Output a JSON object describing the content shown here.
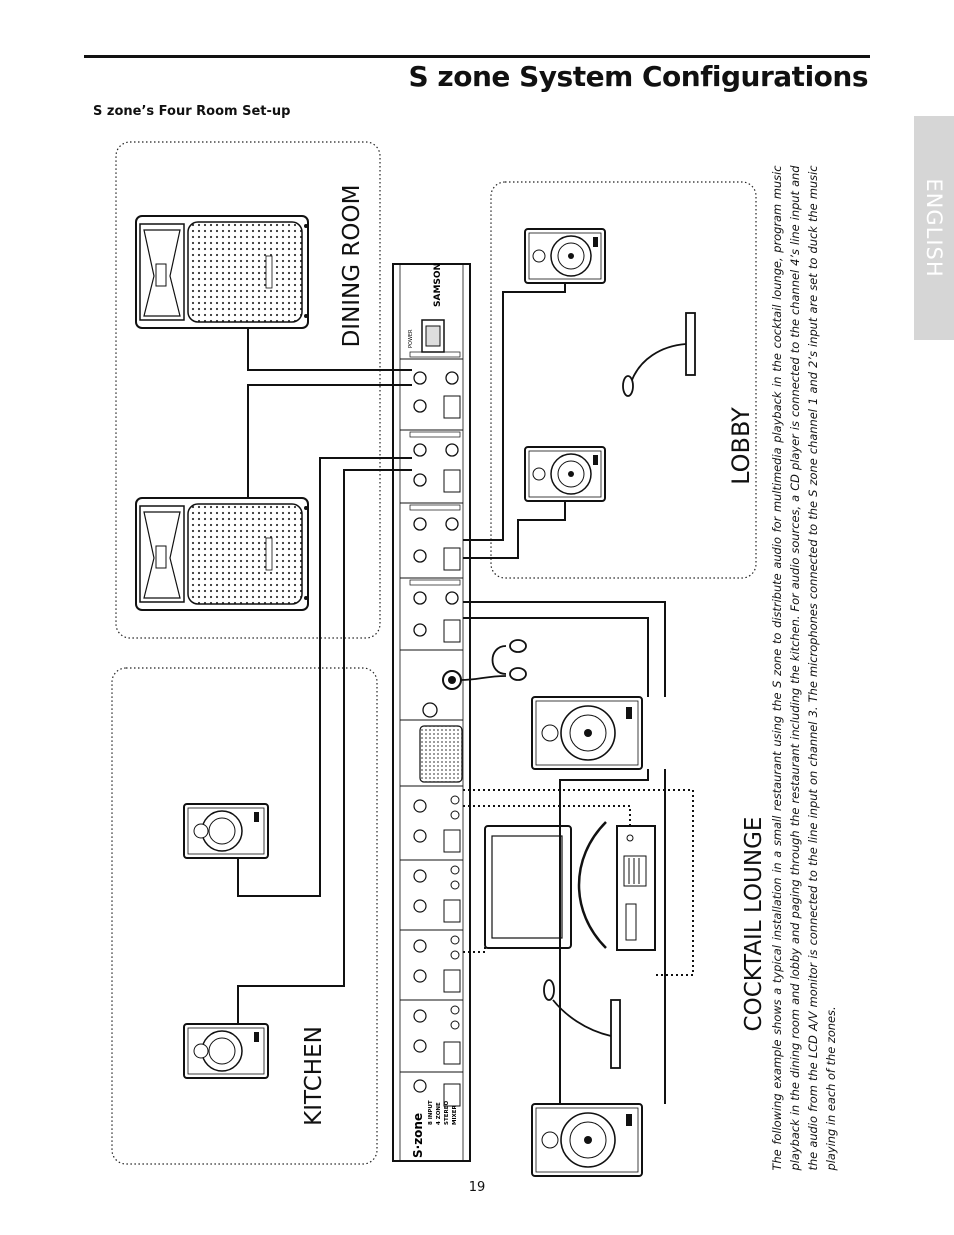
{
  "header": {
    "title": "S zone System Configurations",
    "subtitle": "S zone’s Four Room Set-up"
  },
  "side_tab": {
    "label": "ENGLISH"
  },
  "rooms": {
    "dining": "DINING ROOM",
    "lobby": "LOBBY",
    "kitchen": "KITCHEN",
    "cocktail": "COCKTAIL LOUNGE"
  },
  "mixer": {
    "brand": "SAMSON",
    "power_label": "POWER",
    "model_name": "S·zone",
    "model_desc": [
      "8 INPUT",
      "4 ZONE",
      "STEREO",
      "MIXER"
    ]
  },
  "caption": "The following example shows a typical installation in a small restaurant using the S zone to distribute audio for multimedia playback in the cocktail lounge, program music playback in the dining room and lobby and paging through the restaurant including the kitchen. For audio sources, a CD player is connected to the channel 4’s line input and the audio from the LCD A/V monitor is connected to the line input on channel 3. The microphones connected to the S zone channel 1 and 2’s input are set to duck the music playing in each of the zones.",
  "page_number": "19"
}
